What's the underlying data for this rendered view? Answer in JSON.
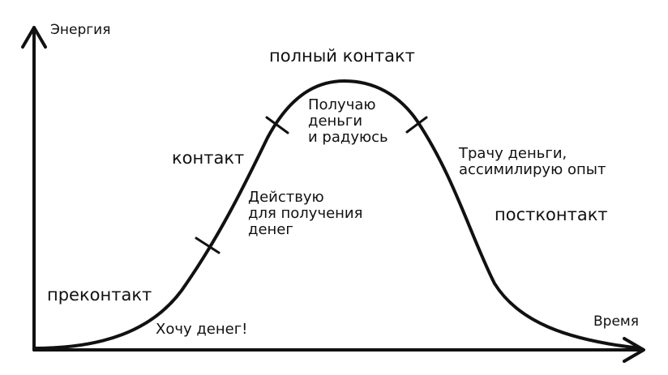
{
  "axes": {
    "y_label": "Энергия",
    "x_label": "Время"
  },
  "phases": {
    "precontact": "преконтакт",
    "contact": "контакт",
    "full_contact": "полный контакт",
    "postcontact": "постконтакт"
  },
  "notes": {
    "want_money": "Хочу денег!",
    "acting": [
      "Действую",
      "для получения",
      "денег"
    ],
    "receiving": [
      "Получаю",
      "деньги",
      "и радуюсь"
    ],
    "spending": [
      "Трачу деньги,",
      "ассимилирую опыт"
    ]
  },
  "colors": {
    "ink": "#111111",
    "background": "#ffffff"
  }
}
